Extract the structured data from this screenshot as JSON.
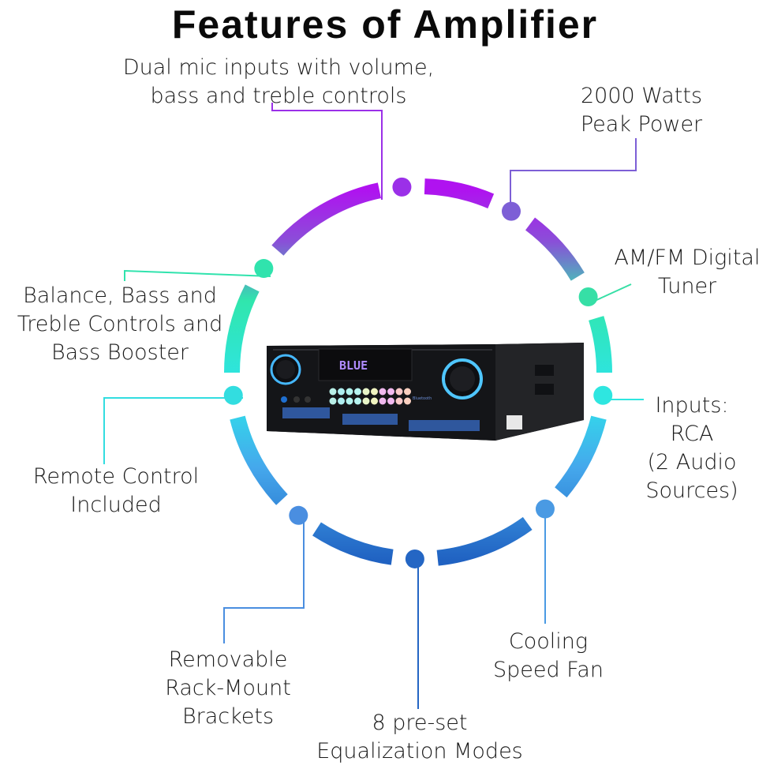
{
  "title": "Features of Amplifier",
  "features": [
    {
      "id": "mic-inputs",
      "lines": [
        "Dual mic inputs with volume,",
        "bass and treble controls"
      ],
      "color": "#9b30e8"
    },
    {
      "id": "peak-power",
      "lines": [
        "2000 Watts",
        "Peak Power"
      ],
      "color": "#7d5fd6"
    },
    {
      "id": "tuner",
      "lines": [
        "AM/FM Digital",
        "Tuner"
      ],
      "color": "#36dfa6"
    },
    {
      "id": "inputs-rca",
      "lines": [
        "Inputs:",
        "RCA",
        "(2 Audio",
        "Sources)"
      ],
      "color": "#2ee6e0"
    },
    {
      "id": "cooling-fan",
      "lines": [
        "Cooling",
        "Speed Fan"
      ],
      "color": "#4a9ae3"
    },
    {
      "id": "eq-modes",
      "lines": [
        "8 pre-set",
        "Equalization Modes"
      ],
      "color": "#2466c4"
    },
    {
      "id": "rack-mount",
      "lines": [
        "Removable",
        "Rack-Mount",
        "Brackets"
      ],
      "color": "#4a8ee0"
    },
    {
      "id": "remote",
      "lines": [
        "Remote Control",
        "Included"
      ],
      "color": "#32dde0"
    },
    {
      "id": "balance-bass",
      "lines": [
        "Balance, Bass and",
        "Treble Controls and",
        "Bass Booster"
      ],
      "color": "#30e3ad"
    }
  ],
  "product": {
    "display_text": "BLUE",
    "bluetooth_label": "Bluetooth"
  }
}
